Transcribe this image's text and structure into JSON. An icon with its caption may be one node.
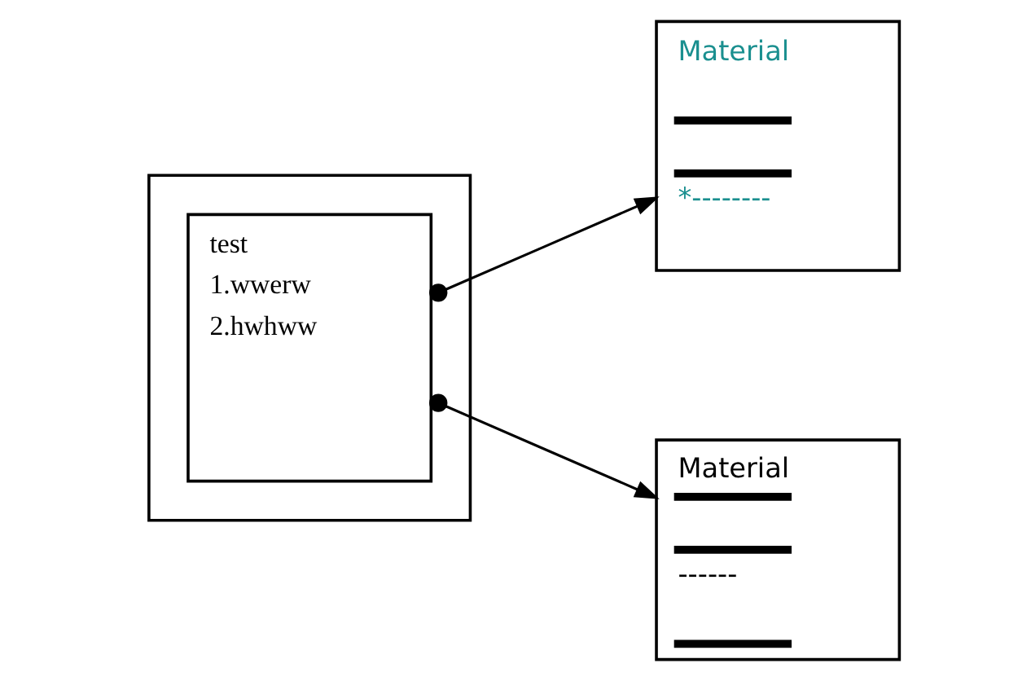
{
  "diagram": {
    "nodes": [
      {
        "text": [],
        "shape": "box"
      },
      {
        "text": [
          "test",
          "1.wwerw",
          "2.hwhww"
        ],
        "in": 0
      },
      {
        "text": [
          "Material",
          "*--------"
        ]
      },
      {
        "text": [
          "Material",
          "------"
        ]
      }
    ],
    "edges": [
      {
        "from": 1,
        "to": 2,
        "arrow": "to"
      },
      {
        "from": 1,
        "to": 3,
        "arrow": "to"
      }
    ]
  }
}
